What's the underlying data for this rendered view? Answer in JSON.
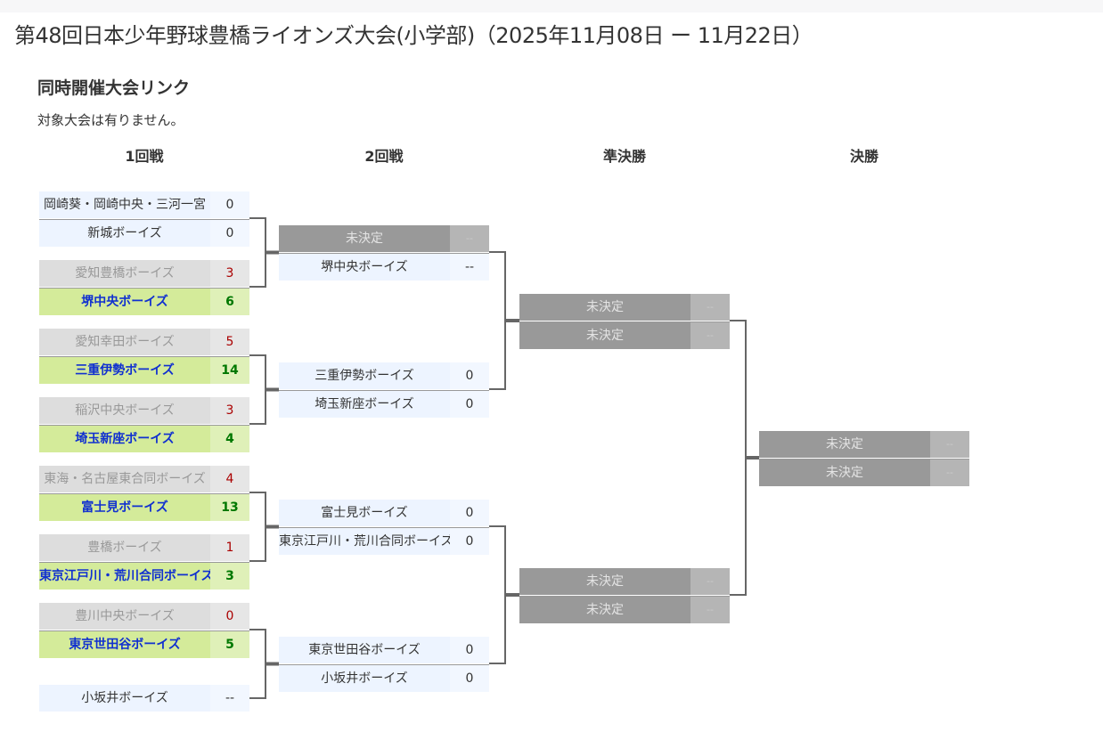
{
  "page": {
    "title": "第48回日本少年野球豊橋ライオンズ大会(小学部)（2025年11月08日 ー 11月22日）",
    "linked_heading": "同時開催大会リンク",
    "linked_note": "対象大会は有りません。"
  },
  "rounds": [
    {
      "label": "1回戦",
      "matches": [
        [
          {
            "name": "岡崎葵・岡崎中央・三河一宮",
            "score": "0",
            "status": "normal"
          },
          {
            "name": "新城ボーイズ",
            "score": "0",
            "status": "normal"
          }
        ],
        [
          {
            "name": "愛知豊橋ボーイズ",
            "score": "3",
            "status": "loser"
          },
          {
            "name": "堺中央ボーイズ",
            "score": "6",
            "status": "winner"
          }
        ],
        [
          {
            "name": "愛知幸田ボーイズ",
            "score": "5",
            "status": "loser"
          },
          {
            "name": "三重伊勢ボーイズ",
            "score": "14",
            "status": "winner"
          }
        ],
        [
          {
            "name": "稲沢中央ボーイズ",
            "score": "3",
            "status": "loser"
          },
          {
            "name": "埼玉新座ボーイズ",
            "score": "4",
            "status": "winner"
          }
        ],
        [
          {
            "name": "東海・名古屋東合同ボーイズ",
            "score": "4",
            "status": "loser"
          },
          {
            "name": "富士見ボーイズ",
            "score": "13",
            "status": "winner"
          }
        ],
        [
          {
            "name": "豊橋ボーイズ",
            "score": "1",
            "status": "loser"
          },
          {
            "name": "東京江戸川・荒川合同ボーイズ",
            "score": "3",
            "status": "winner"
          }
        ],
        [
          {
            "name": "豊川中央ボーイズ",
            "score": "0",
            "status": "loser"
          },
          {
            "name": "東京世田谷ボーイズ",
            "score": "5",
            "status": "winner"
          }
        ],
        [
          {
            "name": "小坂井ボーイズ",
            "score": "--",
            "status": "normal"
          }
        ]
      ]
    },
    {
      "label": "2回戦",
      "matches": [
        [
          {
            "name": "未決定",
            "score": "--",
            "status": "tbd"
          },
          {
            "name": "堺中央ボーイズ",
            "score": "--",
            "status": "normal"
          }
        ],
        [
          {
            "name": "三重伊勢ボーイズ",
            "score": "0",
            "status": "normal"
          },
          {
            "name": "埼玉新座ボーイズ",
            "score": "0",
            "status": "normal"
          }
        ],
        [
          {
            "name": "富士見ボーイズ",
            "score": "0",
            "status": "normal"
          },
          {
            "name": "東京江戸川・荒川合同ボーイズ",
            "score": "0",
            "status": "normal"
          }
        ],
        [
          {
            "name": "東京世田谷ボーイズ",
            "score": "0",
            "status": "normal"
          },
          {
            "name": "小坂井ボーイズ",
            "score": "0",
            "status": "normal"
          }
        ]
      ]
    },
    {
      "label": "準決勝",
      "matches": [
        [
          {
            "name": "未決定",
            "score": "--",
            "status": "tbd"
          },
          {
            "name": "未決定",
            "score": "--",
            "status": "tbd"
          }
        ],
        [
          {
            "name": "未決定",
            "score": "--",
            "status": "tbd"
          },
          {
            "name": "未決定",
            "score": "--",
            "status": "tbd"
          }
        ]
      ]
    },
    {
      "label": "決勝",
      "matches": [
        [
          {
            "name": "未決定",
            "score": "--",
            "status": "tbd"
          },
          {
            "name": "未決定",
            "score": "--",
            "status": "tbd"
          }
        ]
      ]
    }
  ]
}
